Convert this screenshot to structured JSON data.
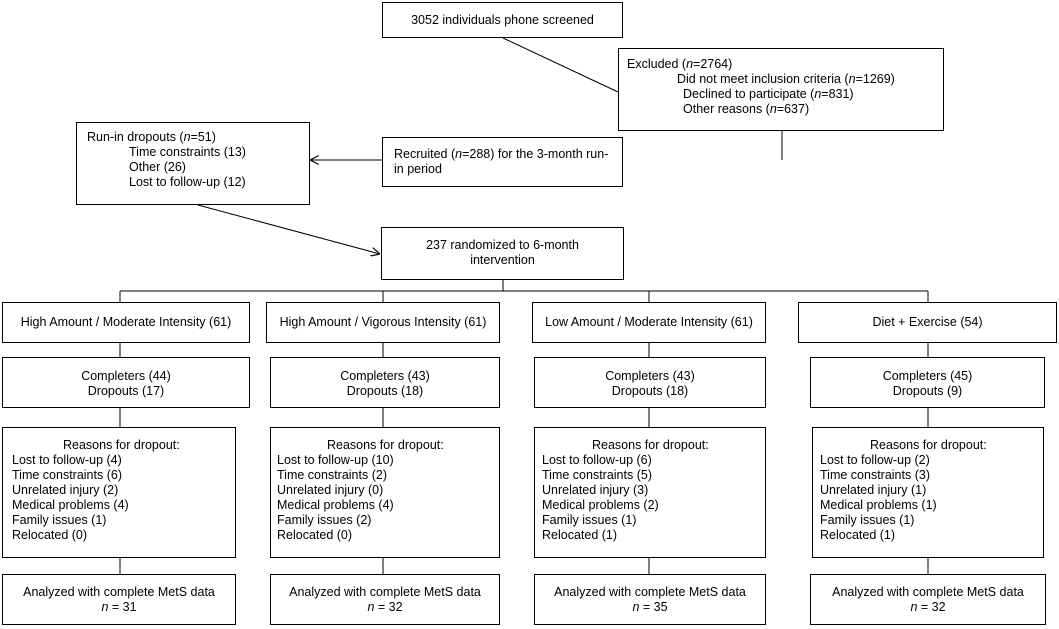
{
  "screened": "3052 individuals phone screened",
  "excluded": {
    "title_pre": "Excluded (",
    "title_n": "n",
    "title_post": "=2764)",
    "items": [
      {
        "pre": "Did not meet inclusion criteria (",
        "n": "n",
        "post": "=1269)"
      },
      {
        "pre": "Declined to participate (",
        "n": "n",
        "post": "=831)"
      },
      {
        "pre": "Other reasons (",
        "n": "n",
        "post": "=637)"
      }
    ]
  },
  "runin": {
    "title_pre": "Run-in dropouts (",
    "title_n": "n",
    "title_post": "=51)",
    "items": [
      "Time constraints (13)",
      "Other (26)",
      "Lost to follow-up (12)"
    ]
  },
  "recruited": {
    "line1_pre": "Recruited (",
    "line1_n": "n",
    "line1_post": "=288) for the 3-month run-",
    "line2": "in period"
  },
  "randomized": {
    "line1": "237 randomized to 6-month",
    "line2": "intervention"
  },
  "reasons_title": "Reasons for dropout:",
  "analyzed_label": "Analyzed with complete MetS data",
  "n_symbol": "n",
  "arms": [
    {
      "name": "High Amount / Moderate Intensity (61)",
      "completers": "Completers (44)",
      "dropouts": "Dropouts (17)",
      "reasons": [
        "Lost to follow-up (4)",
        "Time constraints (6)",
        "Unrelated injury (2)",
        "Medical problems (4)",
        "Family issues (1)",
        "Relocated (0)"
      ],
      "analyzed_n": " = 31"
    },
    {
      "name": "High Amount / Vigorous Intensity (61)",
      "completers": "Completers (43)",
      "dropouts": "Dropouts (18)",
      "reasons": [
        "Lost to follow-up (10)",
        "Time constraints (2)",
        "Unrelated injury (0)",
        "Medical problems (4)",
        "Family issues (2)",
        "Relocated (0)"
      ],
      "analyzed_n": " = 32"
    },
    {
      "name": "Low Amount / Moderate Intensity (61)",
      "completers": "Completers (43)",
      "dropouts": "Dropouts (18)",
      "reasons": [
        "Lost to follow-up (6)",
        "Time constraints (5)",
        "Unrelated injury (3)",
        "Medical problems (2)",
        "Family issues (1)",
        "Relocated (1)"
      ],
      "analyzed_n": " = 35"
    },
    {
      "name": "Diet + Exercise (54)",
      "completers": "Completers (45)",
      "dropouts": "Dropouts (9)",
      "reasons": [
        "Lost to follow-up (2)",
        "Time constraints (3)",
        "Unrelated injury (1)",
        "Medical problems (1)",
        "Family issues (1)",
        "Relocated (1)"
      ],
      "analyzed_n": " = 32"
    }
  ]
}
